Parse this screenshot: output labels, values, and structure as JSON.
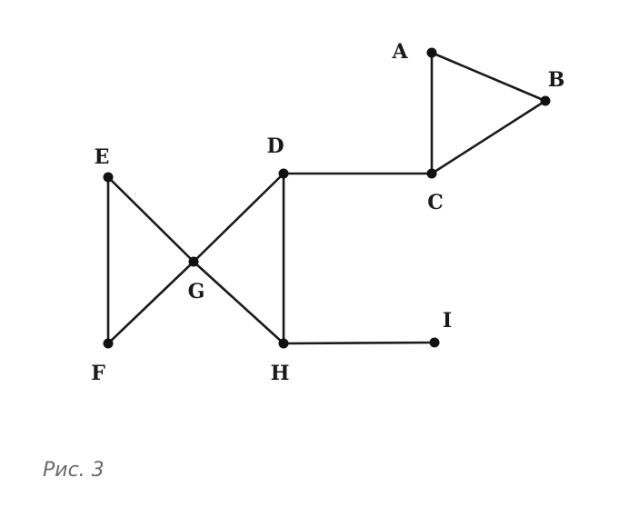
{
  "graph": {
    "vertices": [
      {
        "id": "A",
        "label": "A"
      },
      {
        "id": "B",
        "label": "B"
      },
      {
        "id": "C",
        "label": "C"
      },
      {
        "id": "D",
        "label": "D"
      },
      {
        "id": "E",
        "label": "E"
      },
      {
        "id": "F",
        "label": "F"
      },
      {
        "id": "G",
        "label": "G"
      },
      {
        "id": "H",
        "label": "H"
      },
      {
        "id": "I",
        "label": "I"
      }
    ],
    "edges": [
      [
        "A",
        "B"
      ],
      [
        "A",
        "C"
      ],
      [
        "B",
        "C"
      ],
      [
        "C",
        "D"
      ],
      [
        "D",
        "H"
      ],
      [
        "D",
        "G"
      ],
      [
        "E",
        "G"
      ],
      [
        "E",
        "F"
      ],
      [
        "F",
        "G"
      ],
      [
        "G",
        "H"
      ],
      [
        "H",
        "I"
      ]
    ]
  },
  "caption": "Рис. 3"
}
